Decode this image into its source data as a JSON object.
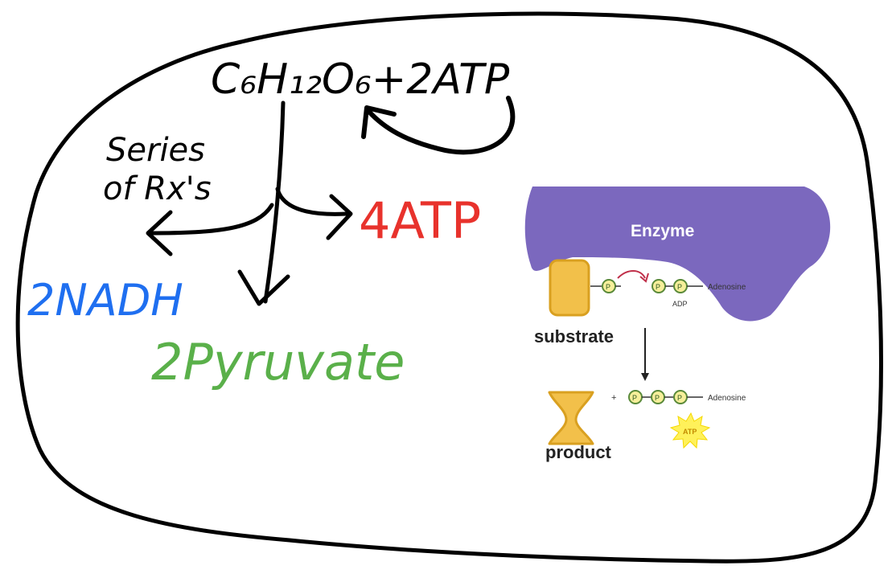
{
  "handwritten": {
    "equation": "C₆H₁₂O₆+2ATP",
    "series_line1": "Series",
    "series_line2": "of Rx's",
    "atp_out": "4ATP",
    "nadh": "2NADH",
    "pyruvate": "2Pyruvate"
  },
  "enzyme_figure": {
    "enzyme_label": "Enzyme",
    "substrate_label": "substrate",
    "product_label": "product",
    "phosphate_symbol": "P",
    "adenosine_label_top": "Adenosine",
    "adp_label": "ADP",
    "adenosine_label_bottom": "Adenosine",
    "plus_sign": "+",
    "atp_burst_label": "ATP"
  },
  "colors": {
    "ink": "#000000",
    "atp_red": "#e8322c",
    "nadh_blue": "#1f6ff0",
    "pyruvate_green": "#5ab04a",
    "enzyme_purple": "#7b68be",
    "substrate_gold": "#f2c04a",
    "substrate_edge": "#d9a020",
    "phosphate_green": "#5a8a3a",
    "atp_star_yellow": "#fff15a",
    "arrow_red": "#c0304a"
  }
}
